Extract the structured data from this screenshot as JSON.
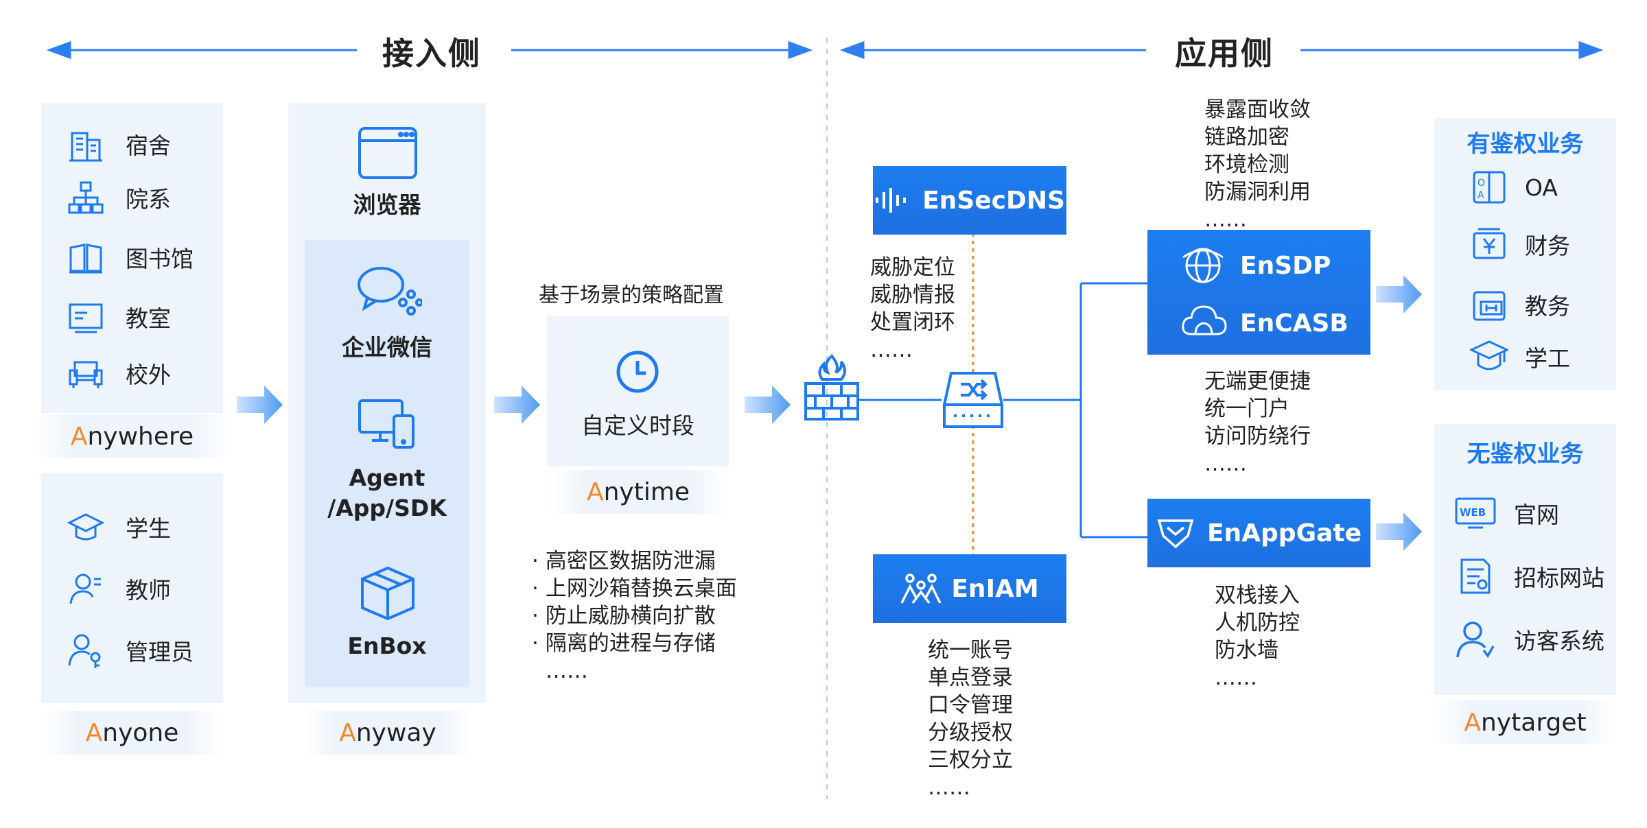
{
  "headers": {
    "left": "接入侧",
    "right": "应用侧"
  },
  "anywhere": {
    "items": [
      {
        "label": "宿舍",
        "icon": "building-icon"
      },
      {
        "label": "院系",
        "icon": "org-chart-icon"
      },
      {
        "label": "图书馆",
        "icon": "book-icon"
      },
      {
        "label": "教室",
        "icon": "blackboard-icon"
      },
      {
        "label": "校外",
        "icon": "sofa-icon"
      }
    ],
    "tag_first": "A",
    "tag_rest": "nywhere"
  },
  "anyone": {
    "items": [
      {
        "label": "学生",
        "icon": "graduation-cap-icon"
      },
      {
        "label": "教师",
        "icon": "teacher-icon"
      },
      {
        "label": "管理员",
        "icon": "admin-key-icon"
      }
    ],
    "tag_first": "A",
    "tag_rest": "nyone"
  },
  "anyway": {
    "browser": "浏览器",
    "wechat": "企业微信",
    "agent_line1": "Agent",
    "agent_line2": "/App/SDK",
    "enbox": "EnBox",
    "tag_first": "A",
    "tag_rest": "nyway"
  },
  "anytime": {
    "caption": "基于场景的策略配置",
    "box_label": "自定义时段",
    "tag_first": "A",
    "tag_rest": "nytime",
    "bullets": [
      "高密区数据防泄漏",
      "上网沙箱替换云桌面",
      "防止威胁横向扩散",
      "隔离的进程与存储"
    ],
    "ellipsis": "……"
  },
  "ensecdns": {
    "label": "EnSecDNS",
    "features": [
      "威胁定位",
      "威胁情报",
      "处置闭环"
    ],
    "ellipsis": "……"
  },
  "eniam": {
    "label": "EnIAM",
    "features": [
      "统一账号",
      "单点登录",
      "口令管理",
      "分级授权",
      "三权分立"
    ],
    "ellipsis": "……"
  },
  "ensdp": {
    "label1": "EnSDP",
    "label2": "EnCASB",
    "top_features": [
      "暴露面收敛",
      "链路加密",
      "环境检测",
      "防漏洞利用"
    ],
    "bottom_features": [
      "无端更便捷",
      "统一门户",
      "访问防绕行"
    ],
    "ellipsis": "……"
  },
  "enappgate": {
    "label": "EnAppGate",
    "features": [
      "双栈接入",
      "人机防控",
      "防水墙"
    ],
    "ellipsis": "……"
  },
  "auth_biz": {
    "title": "有鉴权业务",
    "items": [
      {
        "label": "OA",
        "icon": "oa-icon"
      },
      {
        "label": "财务",
        "icon": "finance-icon"
      },
      {
        "label": "教务",
        "icon": "academic-icon"
      },
      {
        "label": "学工",
        "icon": "student-affairs-icon"
      }
    ]
  },
  "noauth_biz": {
    "title": "无鉴权业务",
    "items": [
      {
        "label": "官网",
        "icon": "web-icon"
      },
      {
        "label": "招标网站",
        "icon": "bidding-doc-icon"
      },
      {
        "label": "访客系统",
        "icon": "visitor-icon"
      }
    ],
    "tag_first": "A",
    "tag_rest": "nytarget"
  },
  "colors": {
    "accent": "#1f7af0",
    "panel": "#eef4fb",
    "orange": "#f0892b"
  }
}
